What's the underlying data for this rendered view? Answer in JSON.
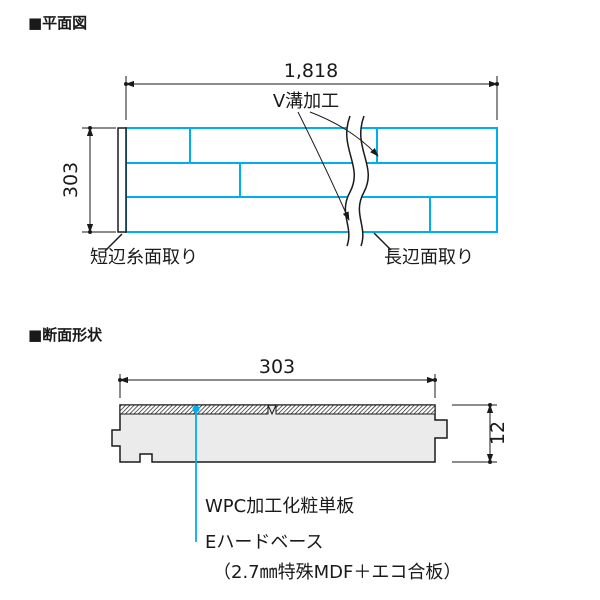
{
  "colors": {
    "accent": "#00aeef",
    "line": "#1a1a1a",
    "body_fill": "#ebebeb"
  },
  "plan_view": {
    "section_title": "■平面図",
    "width_dim": "1,818",
    "height_dim": "303",
    "v_groove_label": "V溝加工",
    "short_edge_label": "短辺糸面取り",
    "long_edge_label": "長辺面取り"
  },
  "cross_section": {
    "section_title": "■断面形状",
    "width_dim": "303",
    "thickness_dim": "12",
    "veneer_label": "WPC加工化粧単板",
    "base_label": "Eハードベース",
    "base_sub_label": "（2.7㎜特殊MDF＋エコ合板）"
  }
}
